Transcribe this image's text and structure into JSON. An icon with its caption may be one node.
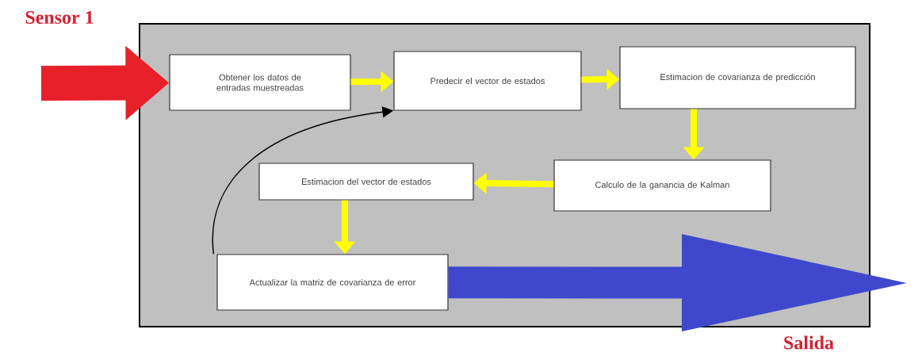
{
  "diagram": {
    "nodes": [
      {
        "text": [],
        "shape": "box"
      },
      {
        "text": [
          "Obtener los datos de entradas muestreadas"
        ],
        "in": 0
      },
      {
        "text": [
          "Predecir el vector de estados"
        ],
        "in": 0
      },
      {
        "text": [
          "Estimacion de covarianza de predicción"
        ],
        "in": 0
      },
      {
        "text": [
          "Calculo de la ganancia de Kalman"
        ],
        "in": 0
      },
      {
        "text": [
          "Estimacion del vector de estados"
        ],
        "in": 0
      },
      {
        "text": [
          "Actualizar la matriz de covarianza de error"
        ],
        "in": 0
      }
    ],
    "edges": [
      {
        "from": null,
        "to": 1,
        "arrow": "to",
        "style": "thick",
        "color": "#e8202a"
      },
      {
        "from": 1,
        "to": 2,
        "arrow": "to"
      },
      {
        "from": 2,
        "to": 3,
        "arrow": "to"
      },
      {
        "from": 3,
        "to": 4,
        "arrow": "to"
      },
      {
        "from": 4,
        "to": 5,
        "arrow": "to"
      },
      {
        "from": 5,
        "to": 6,
        "arrow": "to"
      },
      {
        "from": 6,
        "to": 2,
        "arrow": "to",
        "color": "#000000"
      },
      {
        "from": 6,
        "to": null,
        "arrow": "to",
        "style": "thick",
        "color": "#3f48cc"
      }
    ],
    "labels": [
      "Sensor 1",
      "Salida"
    ]
  }
}
